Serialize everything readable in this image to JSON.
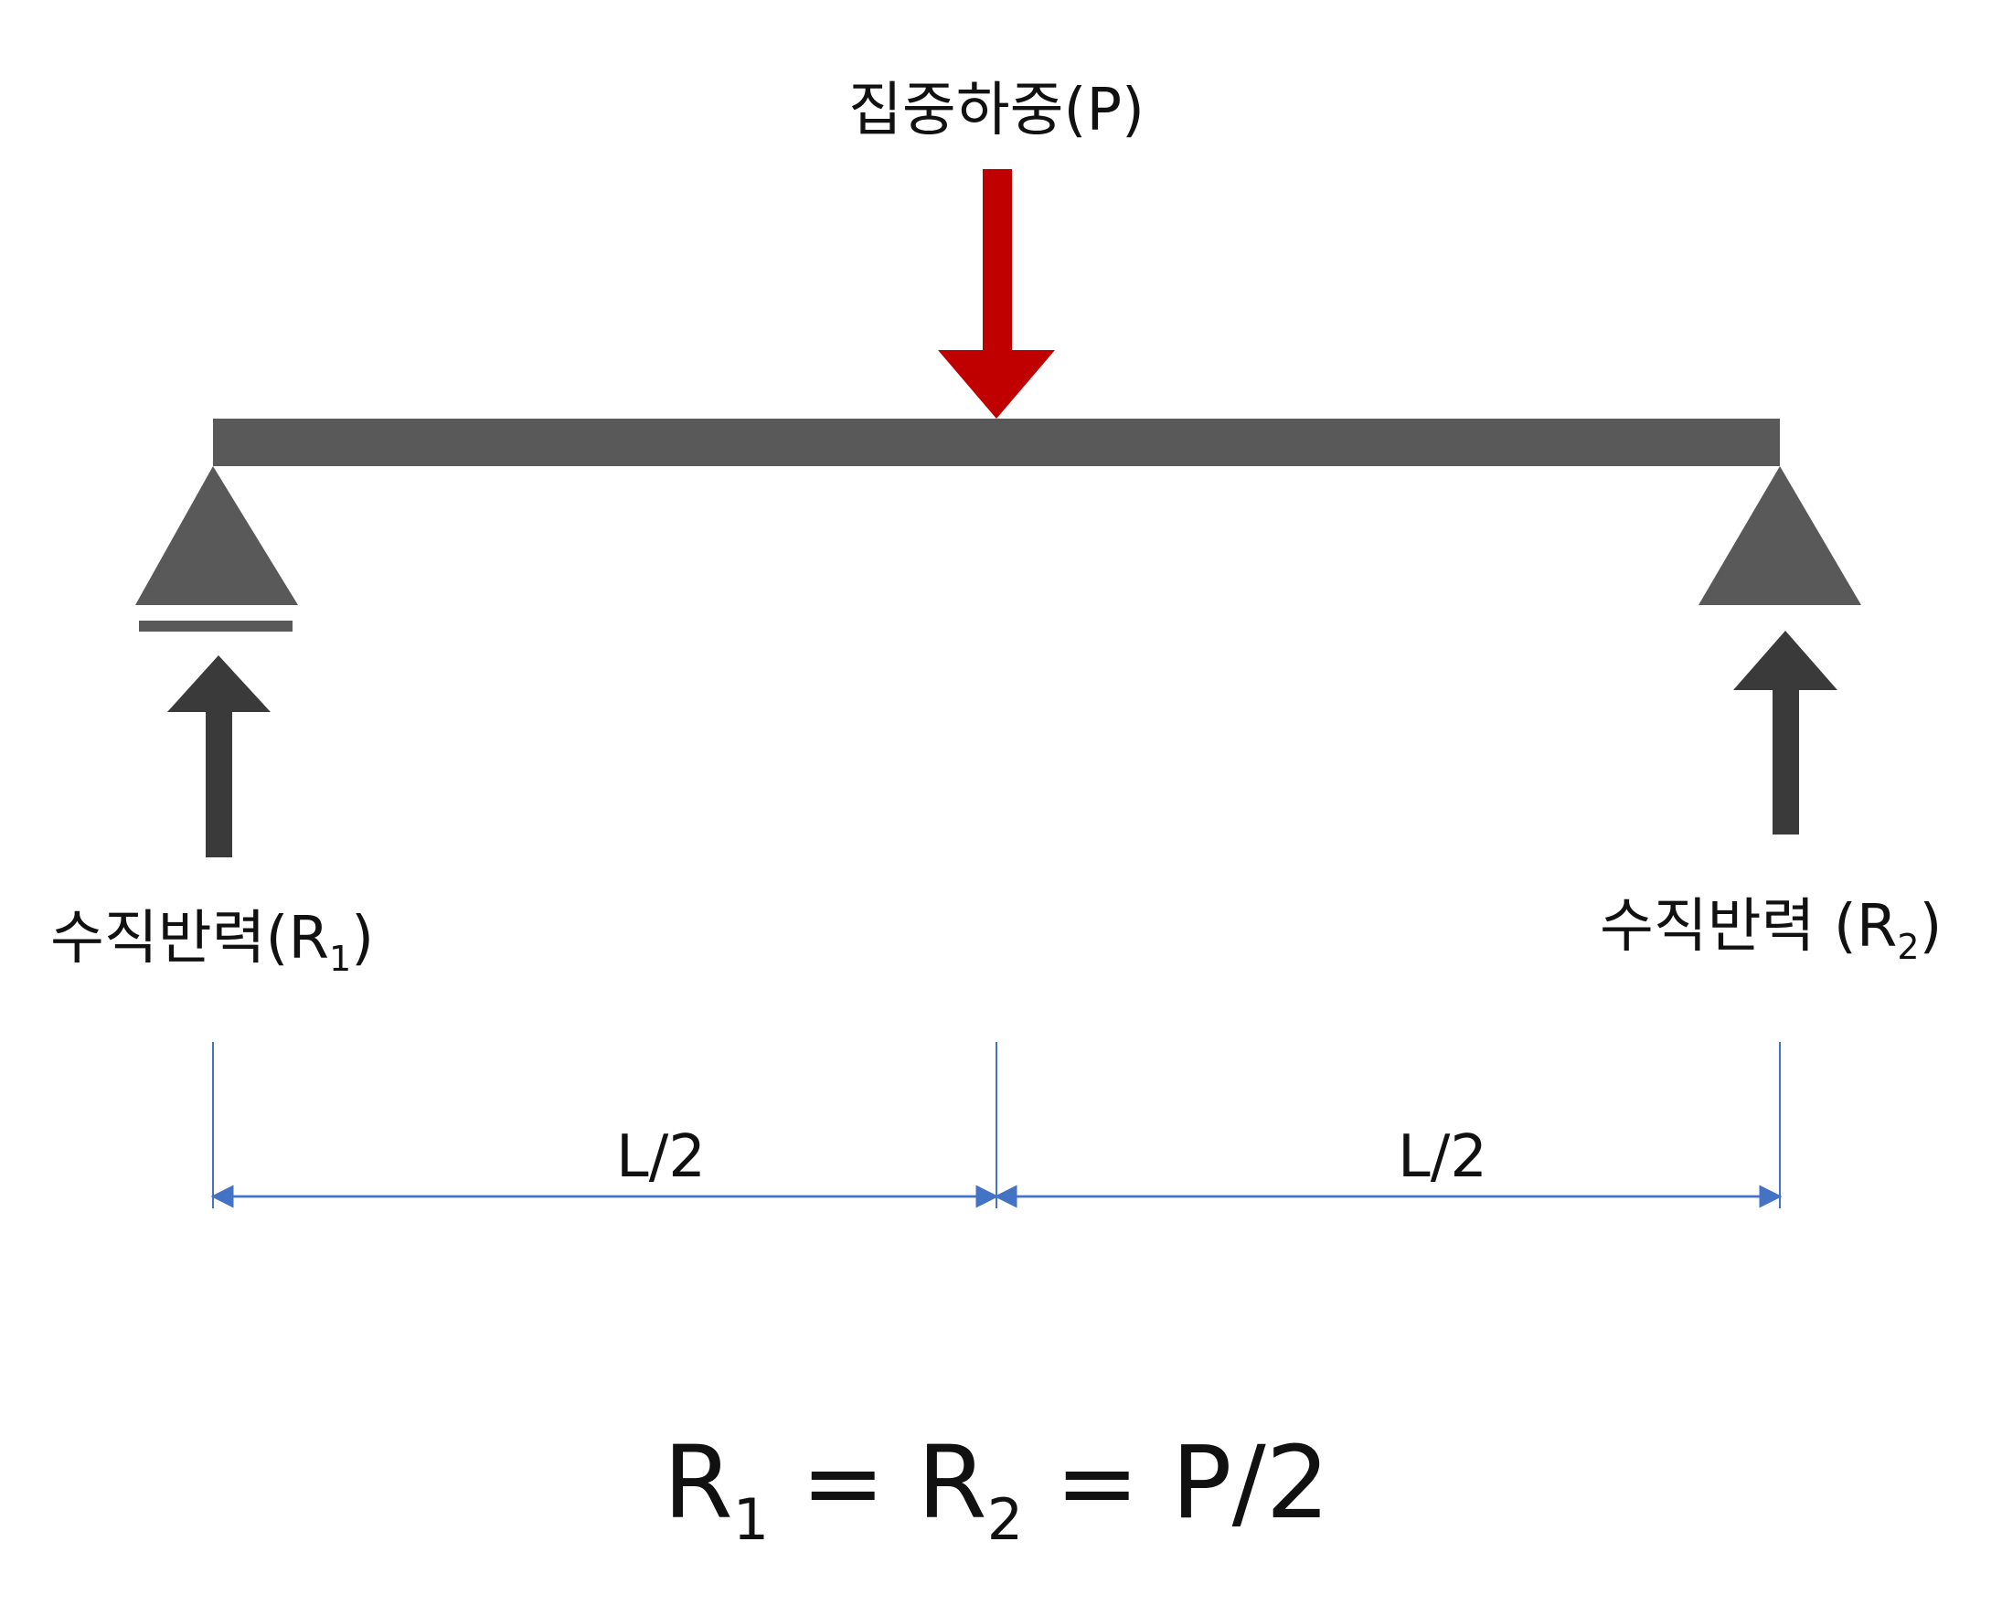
{
  "diagram": {
    "load_label": "집중하중(P)",
    "reaction_left": {
      "text": "수직반력(R",
      "sub": "1",
      "close": ")"
    },
    "reaction_right": {
      "text": "수직반력 (R",
      "sub": "2",
      "close": ")"
    },
    "dimension_left": "L/2",
    "dimension_right": "L/2",
    "equation": {
      "r": "R",
      "sub1": "1",
      "eq1": " = R",
      "sub2": "2",
      "eq2": " = P/2"
    }
  },
  "colors": {
    "beam": "#595959",
    "support": "#595959",
    "load_arrow": "#C00000",
    "reaction_arrow": "#3a3a3a",
    "dimension": "#4472C4",
    "text": "#111111",
    "background": "#ffffff"
  }
}
